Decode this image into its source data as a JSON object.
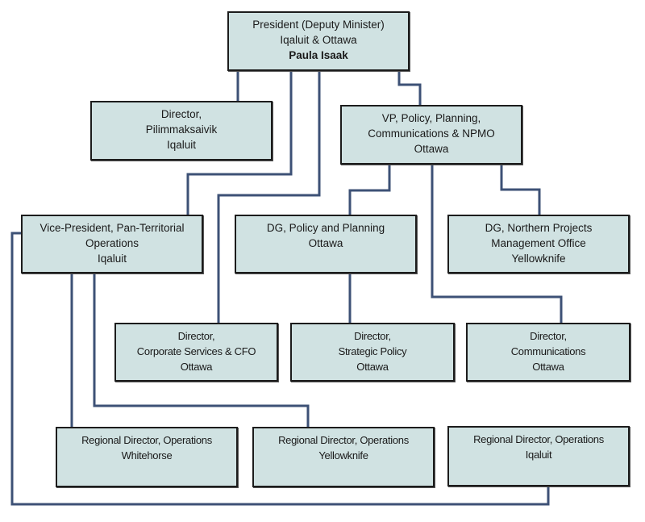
{
  "diagram": {
    "type": "org-chart",
    "colors": {
      "box_fill": "#d0e2e2",
      "box_border": "#1c1c1c",
      "connector": "#3d5176"
    },
    "nodes": {
      "president": {
        "line1": "President (Deputy Minister)",
        "line2": "Iqaluit & Ottawa",
        "name": "Paula Isaak"
      },
      "dir_pilimmaksaivik": {
        "line1": "Director,",
        "line2": "Pilimmaksaivik",
        "line3": "Iqaluit"
      },
      "vp_policy": {
        "line1": "VP, Policy, Planning,",
        "line2": "Communications & NPMO",
        "line3": "Ottawa"
      },
      "vp_operations": {
        "line1": "Vice-President,  Pan-Territorial",
        "line2": "Operations",
        "line3": "Iqaluit"
      },
      "dg_policy": {
        "line1": "DG, Policy and Planning",
        "line2": "Ottawa"
      },
      "dg_npmo": {
        "line1": "DG, Northern Projects",
        "line2": "Management Office",
        "line3": "Yellowknife"
      },
      "dir_corporate": {
        "line1": "Director,",
        "line2": "Corporate Services & CFO",
        "line3": "Ottawa"
      },
      "dir_strategic": {
        "line1": "Director,",
        "line2": "Strategic Policy",
        "line3": "Ottawa"
      },
      "dir_communications": {
        "line1": "Director,",
        "line2": "Communications",
        "line3": "Ottawa"
      },
      "rd_whitehorse": {
        "line1": "Regional Director, Operations",
        "line2": "Whitehorse"
      },
      "rd_yellowknife": {
        "line1": "Regional Director, Operations",
        "line2": "Yellowknife"
      },
      "rd_iqaluit": {
        "line1": "Regional Director, Operations",
        "line2": "Iqaluit"
      }
    },
    "edges": [
      [
        "president",
        "dir_pilimmaksaivik"
      ],
      [
        "president",
        "vp_policy"
      ],
      [
        "president",
        "vp_operations"
      ],
      [
        "president",
        "dir_corporate"
      ],
      [
        "vp_policy",
        "dg_policy"
      ],
      [
        "vp_policy",
        "dg_npmo"
      ],
      [
        "vp_policy",
        "dir_communications"
      ],
      [
        "dg_policy",
        "dir_strategic"
      ],
      [
        "vp_operations",
        "rd_whitehorse"
      ],
      [
        "vp_operations",
        "rd_yellowknife"
      ],
      [
        "vp_operations",
        "rd_iqaluit"
      ]
    ]
  }
}
